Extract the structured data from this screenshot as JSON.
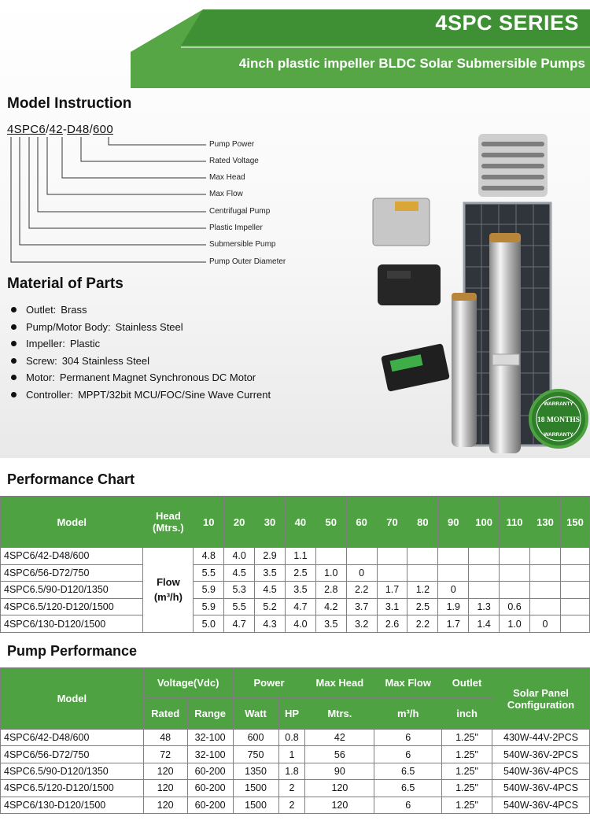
{
  "banner": {
    "title": "4SPC SERIES",
    "subtitle": "4inch plastic impeller BLDC Solar Submersible Pumps"
  },
  "model_instruction": {
    "heading": "Model Instruction",
    "code_parts": [
      "4",
      "S",
      "P",
      "C",
      "6",
      "/",
      "42",
      "-",
      "D48",
      "/",
      "600"
    ],
    "legend": [
      "Pump Power",
      "Rated Voltage",
      "Max Head",
      "Max Flow",
      "Centrifugal Pump",
      "Plastic Impeller",
      "Submersible Pump",
      "Pump Outer Diameter"
    ]
  },
  "materials": {
    "heading": "Material of Parts",
    "items": [
      {
        "key": "Outlet:",
        "value": "Brass"
      },
      {
        "key": "Pump/Motor Body:",
        "value": "Stainless Steel"
      },
      {
        "key": "Impeller:",
        "value": "Plastic"
      },
      {
        "key": "Screw:",
        "value": "304 Stainless Steel"
      },
      {
        "key": "Motor:",
        "value": "Permanent Magnet Synchronous DC Motor"
      },
      {
        "key": "Controller:",
        "value": "MPPT/32bit MCU/FOC/Sine Wave Current"
      }
    ]
  },
  "badge": {
    "top": "WARRANTY",
    "middle": "18 MONTHS",
    "bottom": "WARRANTY"
  },
  "performance_chart": {
    "heading": "Performance Chart",
    "model_header": "Model",
    "head_header": "Head (Mtrs.)",
    "flow_label": "Flow",
    "flow_unit": "(m³/h)",
    "heads": [
      "10",
      "20",
      "30",
      "40",
      "50",
      "60",
      "70",
      "80",
      "90",
      "100",
      "110",
      "130",
      "150"
    ],
    "rows": [
      {
        "model": "4SPC6/42-D48/600",
        "values": [
          "4.8",
          "4.0",
          "2.9",
          "1.1",
          "",
          "",
          "",
          "",
          "",
          "",
          "",
          "",
          ""
        ]
      },
      {
        "model": "4SPC6/56-D72/750",
        "values": [
          "5.5",
          "4.5",
          "3.5",
          "2.5",
          "1.0",
          "0",
          "",
          "",
          "",
          "",
          "",
          "",
          ""
        ]
      },
      {
        "model": "4SPC6.5/90-D120/1350",
        "values": [
          "5.9",
          "5.3",
          "4.5",
          "3.5",
          "2.8",
          "2.2",
          "1.7",
          "1.2",
          "0",
          "",
          "",
          "",
          ""
        ]
      },
      {
        "model": "4SPC6.5/120-D120/1500",
        "values": [
          "5.9",
          "5.5",
          "5.2",
          "4.7",
          "4.2",
          "3.7",
          "3.1",
          "2.5",
          "1.9",
          "1.3",
          "0.6",
          "",
          ""
        ]
      },
      {
        "model": "4SPC6/130-D120/1500",
        "values": [
          "5.0",
          "4.7",
          "4.3",
          "4.0",
          "3.5",
          "3.2",
          "2.6",
          "2.2",
          "1.7",
          "1.4",
          "1.0",
          "0",
          ""
        ]
      }
    ]
  },
  "pump_performance": {
    "heading": "Pump Performance",
    "headers": {
      "model": "Model",
      "voltage": "Voltage(Vdc)",
      "rated": "Rated",
      "range": "Range",
      "power": "Power",
      "watt": "Watt",
      "hp": "HP",
      "max_head": "Max Head",
      "mtrs": "Mtrs.",
      "max_flow": "Max Flow",
      "m3h": "m³/h",
      "outlet": "Outlet",
      "inch": "inch",
      "solar": "Solar Panel Configuration"
    },
    "rows": [
      {
        "model": "4SPC6/42-D48/600",
        "rated": "48",
        "range": "32-100",
        "watt": "600",
        "hp": "0.8",
        "head": "42",
        "flow": "6",
        "outlet": "1.25\"",
        "solar": "430W-44V-2PCS"
      },
      {
        "model": "4SPC6/56-D72/750",
        "rated": "72",
        "range": "32-100",
        "watt": "750",
        "hp": "1",
        "head": "56",
        "flow": "6",
        "outlet": "1.25\"",
        "solar": "540W-36V-2PCS"
      },
      {
        "model": "4SPC6.5/90-D120/1350",
        "rated": "120",
        "range": "60-200",
        "watt": "1350",
        "hp": "1.8",
        "head": "90",
        "flow": "6.5",
        "outlet": "1.25\"",
        "solar": "540W-36V-4PCS"
      },
      {
        "model": "4SPC6.5/120-D120/1500",
        "rated": "120",
        "range": "60-200",
        "watt": "1500",
        "hp": "2",
        "head": "120",
        "flow": "6.5",
        "outlet": "1.25\"",
        "solar": "540W-36V-4PCS"
      },
      {
        "model": "4SPC6/130-D120/1500",
        "rated": "120",
        "range": "60-200",
        "watt": "1500",
        "hp": "2",
        "head": "120",
        "flow": "6",
        "outlet": "1.25\"",
        "solar": "540W-36V-4PCS"
      }
    ]
  },
  "colors": {
    "brand_green": "#4ea242",
    "dark_green": "#2f7f2a"
  }
}
